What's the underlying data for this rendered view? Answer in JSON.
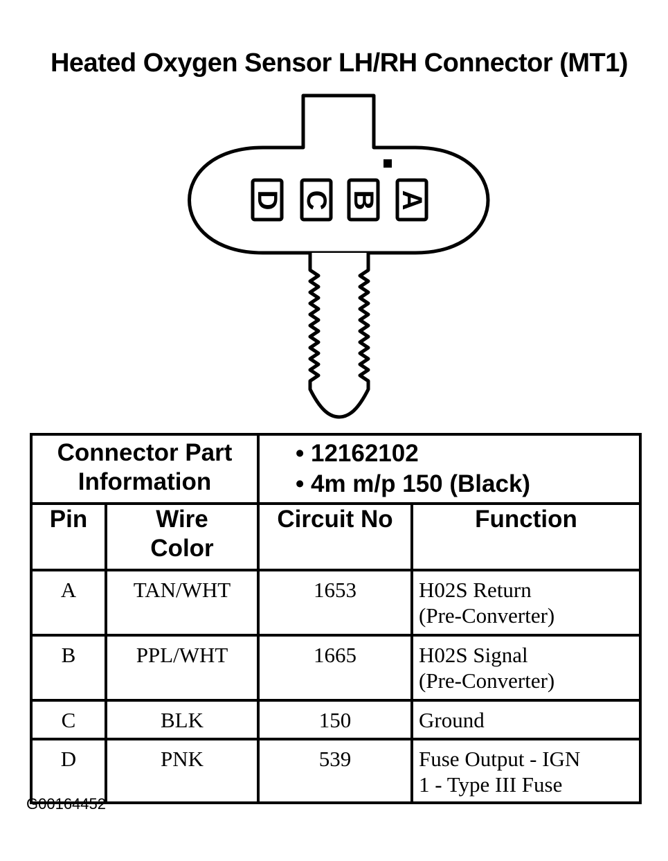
{
  "title": "Heated Oxygen Sensor LH/RH Connector (MT1)",
  "connector": {
    "pins": [
      "D",
      "C",
      "B",
      "A"
    ]
  },
  "table": {
    "part_info_label_line1": "Connector Part",
    "part_info_label_line2": "Information",
    "part_info_values": [
      "• 12162102",
      "• 4m m/p 150 (Black)"
    ],
    "headers": {
      "pin": "Pin",
      "wire_color_line1": "Wire",
      "wire_color_line2": "Color",
      "circuit_no": "Circuit No",
      "function": "Function"
    },
    "rows": [
      {
        "pin": "A",
        "wire_color": "TAN/WHT",
        "circuit_no": "1653",
        "function_line1": "H02S Return",
        "function_line2": "(Pre-Converter)"
      },
      {
        "pin": "B",
        "wire_color": "PPL/WHT",
        "circuit_no": "1665",
        "function_line1": "H02S Signal",
        "function_line2": "(Pre-Converter)"
      },
      {
        "pin": "C",
        "wire_color": "BLK",
        "circuit_no": "150",
        "function_line1": "Ground",
        "function_line2": ""
      },
      {
        "pin": "D",
        "wire_color": "PNK",
        "circuit_no": "539",
        "function_line1": "Fuse Output - IGN",
        "function_line2": "1 - Type III Fuse"
      }
    ]
  },
  "diagram_id": "G00164452"
}
